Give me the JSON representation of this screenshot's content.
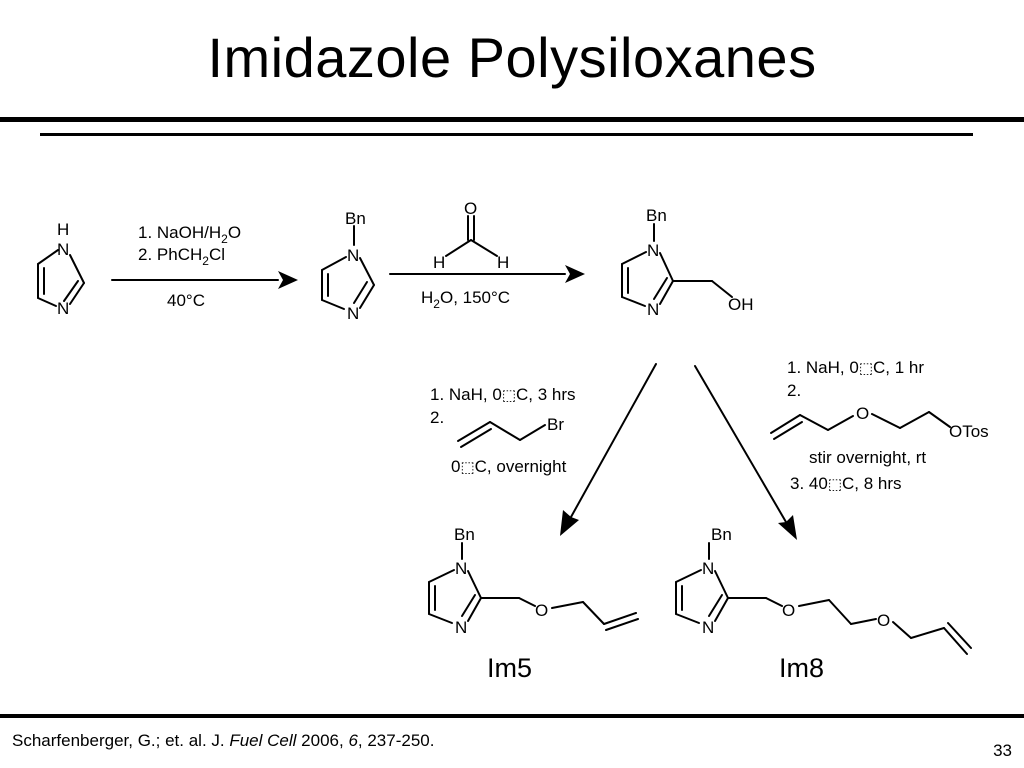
{
  "slide": {
    "title": "Imidazole Polysiloxanes",
    "page_number": "33"
  },
  "citation": {
    "authors": "Scharfenberger, G.; et. al. J. ",
    "journal": "Fuel Cell",
    "year": " 2006, ",
    "volume": "6",
    "pages": ", 237-250."
  },
  "atoms": {
    "H": "H",
    "N": "N",
    "Bn": "Bn",
    "O": "O",
    "OH": "OH",
    "Br": "Br",
    "OTos": "OTos"
  },
  "step1": {
    "line1": "1. NaOH/H",
    "line1_sub": "2",
    "line1_end": "O",
    "line2": "2. PhCH",
    "line2_sub": "2",
    "line2_end": "Cl",
    "below": "40°C"
  },
  "step2": {
    "below": "H",
    "below_sub": "2",
    "below_end": "O, 150°C"
  },
  "step3_left": {
    "line1": "1. NaH, 0",
    "line1_end": "C, 3 hrs",
    "line2": "2.",
    "line3": "0",
    "line3_end": "C, overnight"
  },
  "step3_right": {
    "line1": "1. NaH, 0",
    "line1_end": "C, 1 hr",
    "line2": "2.",
    "line3": "stir overnight, rt",
    "line4": "3. 40",
    "line4_end": "C, 8 hrs"
  },
  "products": {
    "left_label": "Im5",
    "right_label": "Im8"
  }
}
